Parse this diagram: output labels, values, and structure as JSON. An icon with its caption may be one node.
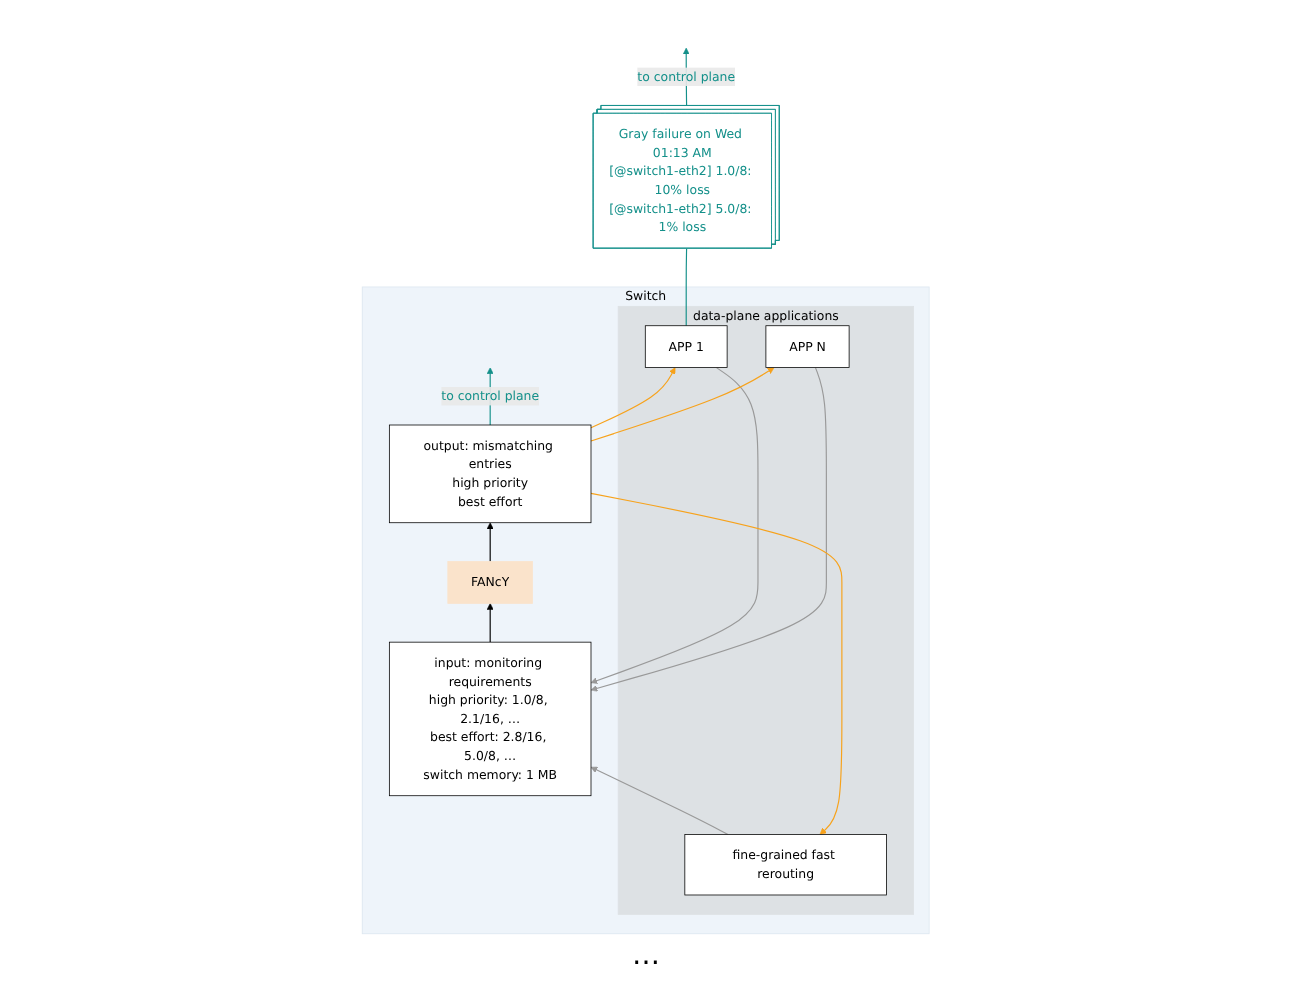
{
  "diagram": {
    "nodes": [
      {
        "text": [
          "Switch"
        ]
      },
      {
        "text": [
          "data-plane applications"
        ],
        "in": 0
      },
      {
        "text": [
          "fine-grained fast rerouting"
        ],
        "in": 1
      },
      {
        "text": [
          "APP 1"
        ],
        "in": 1
      },
      {
        "text": [
          "APP N"
        ],
        "in": 1
      },
      {
        "text": [
          "input: monitoring requirements",
          "high priority: 1.0/8, 2.1/16, …",
          "best effort: 2.8/16, 5.0/8, …",
          "switch memory: 1 MB"
        ],
        "in": 0
      },
      {
        "text": [
          "output: mismatching entries",
          "high priority",
          "best effort"
        ],
        "in": 0
      },
      {
        "text": [
          "FANcY"
        ],
        "in": 0
      },
      {
        "text": [
          "Gray failure on Wed 01:13 AM",
          "[@switch1-eth2] 1.0/8: 10% loss",
          "[@switch1-eth2] 5.0/8: 1% loss"
        ]
      }
    ],
    "edges": [
      {
        "from": 2,
        "to": 5,
        "arrow": "to",
        "color": "#999999"
      },
      {
        "from": 3,
        "to": 5,
        "arrow": "to",
        "color": "#999999"
      },
      {
        "from": 4,
        "to": 5,
        "arrow": "to",
        "color": "#999999"
      },
      {
        "from": 6,
        "to": 2,
        "arrow": "to",
        "color": "#f7a21b"
      },
      {
        "from": 6,
        "to": 3,
        "arrow": "to",
        "color": "#f7a21b"
      },
      {
        "from": 6,
        "to": 4,
        "arrow": "to",
        "color": "#f7a21b"
      },
      {
        "from": 3,
        "to": 8,
        "arrow": "none",
        "color": "#14908a"
      },
      {
        "from": 8,
        "to": null,
        "arrow": "to",
        "label": "to control plane",
        "color": "#14908a"
      },
      {
        "from": 6,
        "to": null,
        "arrow": "to",
        "label": "to control plane",
        "color": "#14908a"
      },
      {
        "from": 5,
        "to": 7,
        "arrow": "to",
        "color": "#000000"
      },
      {
        "from": 7,
        "to": 6,
        "arrow": "to",
        "color": "#000000"
      }
    ],
    "labels": [
      "…"
    ]
  }
}
